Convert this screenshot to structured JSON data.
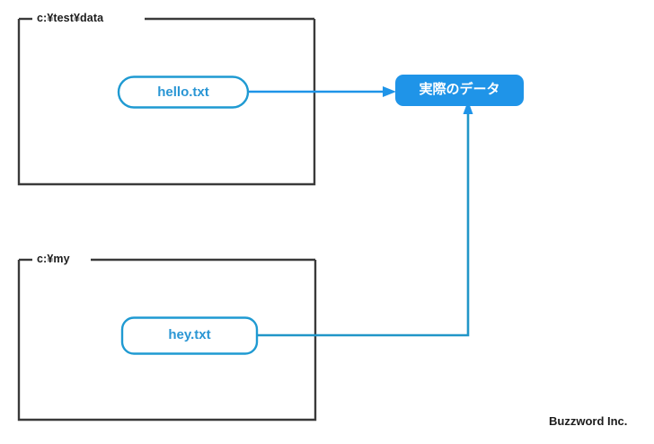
{
  "diagram": {
    "title": "",
    "background_color": "#ffffff",
    "colors": {
      "group_border": "#3a3a3a",
      "node_border": "#1f9ad2",
      "node_fill": "#ffffff",
      "node_text": "#2a96d4",
      "highlight_fill": "#1f94e8",
      "highlight_text": "#ffffff",
      "arrow_top": "#1f94e8",
      "arrow_bottom": "#2196c8",
      "footer_text": "#1c1c1c"
    },
    "groups": [
      {
        "id": "group-test-data",
        "label": "c:¥test¥data"
      },
      {
        "id": "group-my",
        "label": "c:¥my"
      }
    ],
    "nodes": [
      {
        "id": "node-hello",
        "label": "hello.txt",
        "style": "outlined"
      },
      {
        "id": "node-hey",
        "label": "hey.txt",
        "style": "outlined"
      },
      {
        "id": "node-actual-data",
        "label": "実際のデータ",
        "style": "filled"
      }
    ],
    "edges": [
      {
        "id": "edge-hello-to-data",
        "from": "node-hello",
        "to": "node-actual-data",
        "arrow": "end",
        "direction": "right"
      },
      {
        "id": "edge-hey-to-data",
        "from": "node-hey",
        "to": "node-actual-data",
        "arrow": "end",
        "direction": "up"
      }
    ]
  },
  "footer": {
    "credit": "Buzzword Inc."
  }
}
